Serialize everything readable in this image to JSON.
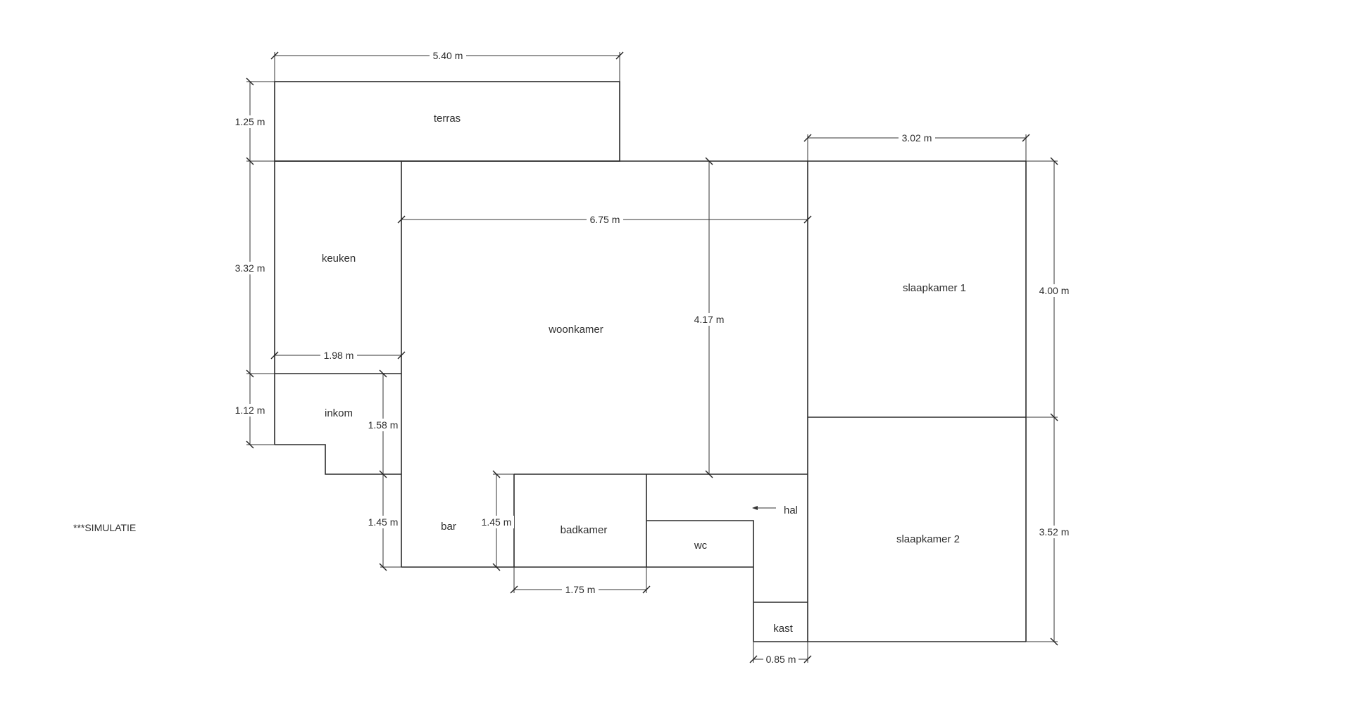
{
  "note": "***SIMULATIE",
  "rooms": {
    "terras": "terras",
    "keuken": "keuken",
    "woonkamer": "woonkamer",
    "inkom": "inkom",
    "bar": "bar",
    "badkamer": "badkamer",
    "wc": "wc",
    "hal": "hal",
    "kast": "kast",
    "slaapkamer1": "slaapkamer 1",
    "slaapkamer2": "slaapkamer 2"
  },
  "dimensions": {
    "terras_width": "5.40 m",
    "terras_depth": "1.25 m",
    "keuken_height": "3.32 m",
    "keuken_width": "1.98 m",
    "inkom_height": "1.12 m",
    "woonkamer_width": "6.75 m",
    "woonkamer_height": "4.17 m",
    "inkom_side": "1.58 m",
    "bar_height": "1.45 m",
    "badkamer_height": "1.45 m",
    "badkamer_width": "1.75 m",
    "kast_width": "0.85 m",
    "slaapkamer1_width": "3.02 m",
    "slaapkamer1_height": "4.00 m",
    "slaapkamer2_height": "3.52 m"
  }
}
